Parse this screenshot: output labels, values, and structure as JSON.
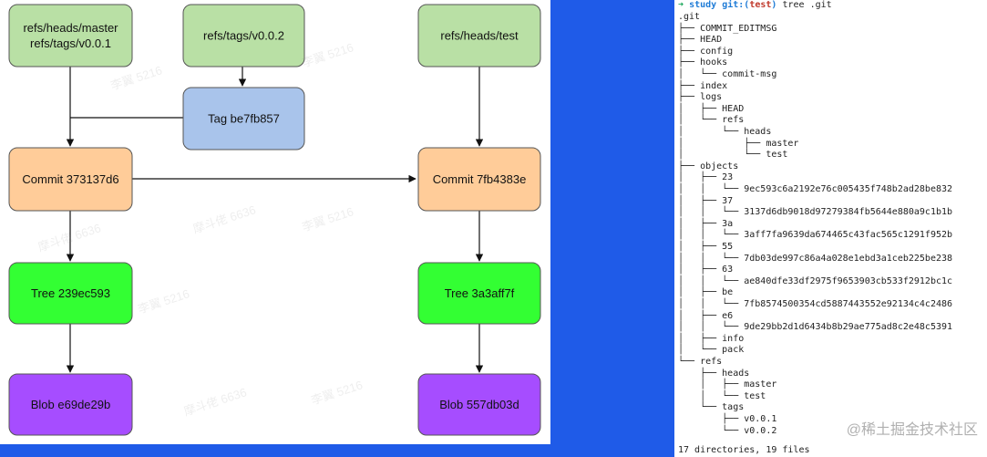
{
  "diagram": {
    "nodes": [
      {
        "id": "n1",
        "lines": [
          "refs/heads/master",
          "refs/tags/v0.0.1"
        ],
        "kind": "ref"
      },
      {
        "id": "n2",
        "lines": [
          "refs/tags/v0.0.2"
        ],
        "kind": "ref"
      },
      {
        "id": "n3",
        "lines": [
          "refs/heads/test"
        ],
        "kind": "ref"
      },
      {
        "id": "n4",
        "lines": [
          "Tag be7fb857"
        ],
        "kind": "tag"
      },
      {
        "id": "n5",
        "lines": [
          "Commit 373137d6"
        ],
        "kind": "commit"
      },
      {
        "id": "n6",
        "lines": [
          "Commit 7fb4383e"
        ],
        "kind": "commit"
      },
      {
        "id": "n7",
        "lines": [
          "Tree 239ec593"
        ],
        "kind": "tree"
      },
      {
        "id": "n8",
        "lines": [
          "Tree 3a3aff7f"
        ],
        "kind": "tree"
      },
      {
        "id": "n9",
        "lines": [
          "Blob e69de29b"
        ],
        "kind": "blob"
      },
      {
        "id": "n10",
        "lines": [
          "Blob 557db03d"
        ],
        "kind": "blob"
      }
    ],
    "colors": {
      "ref": "#b9e0a5",
      "tag": "#a9c4eb",
      "commit": "#ffcc99",
      "tree": "#33ff33",
      "blob": "#a64dff",
      "stroke": "#555555"
    },
    "watermarks": [
      "李翼 5216",
      "摩斗佬 6636"
    ]
  },
  "terminal": {
    "prompt_arrow": "➜",
    "prompt_dir": "study",
    "prompt_git": "git:(",
    "prompt_branch": "test",
    "prompt_close": ")",
    "command": "tree .git",
    "lines": [
      {
        "text": ".git",
        "type": "dir"
      },
      {
        "text": "├── COMMIT_EDITMSG",
        "type": "file"
      },
      {
        "text": "├── HEAD",
        "type": "file"
      },
      {
        "text": "├── config",
        "type": "file"
      },
      {
        "text": "├── hooks",
        "type": "dir"
      },
      {
        "text": "│   └── commit-msg",
        "type": "file"
      },
      {
        "text": "├── index",
        "type": "file"
      },
      {
        "text": "├── logs",
        "type": "dir"
      },
      {
        "text": "│   ├── HEAD",
        "type": "file"
      },
      {
        "text": "│   └── refs",
        "type": "dir"
      },
      {
        "text": "│       └── heads",
        "type": "dir"
      },
      {
        "text": "│           ├── master",
        "type": "file"
      },
      {
        "text": "│           └── test",
        "type": "file"
      },
      {
        "text": "├── objects",
        "type": "dir"
      },
      {
        "text": "│   ├── 23",
        "type": "dir"
      },
      {
        "text": "│   │   └── 9ec593c6a2192e76c005435f748b2ad28be832",
        "type": "file"
      },
      {
        "text": "│   ├── 37",
        "type": "dir"
      },
      {
        "text": "│   │   └── 3137d6db9018d97279384fb5644e880a9c1b1b",
        "type": "file"
      },
      {
        "text": "│   ├── 3a",
        "type": "dir"
      },
      {
        "text": "│   │   └── 3aff7fa9639da674465c43fac565c1291f952b",
        "type": "file"
      },
      {
        "text": "│   ├── 55",
        "type": "dir"
      },
      {
        "text": "│   │   └── 7db03de997c86a4a028e1ebd3a1ceb225be238",
        "type": "file"
      },
      {
        "text": "│   ├── 63",
        "type": "dir"
      },
      {
        "text": "│   │   └── ae840dfe33df2975f9653903cb533f2912bc1c",
        "type": "file"
      },
      {
        "text": "│   ├── be",
        "type": "dir"
      },
      {
        "text": "│   │   └── 7fb8574500354cd5887443552e92134c4c2486",
        "type": "file"
      },
      {
        "text": "│   ├── e6",
        "type": "dir"
      },
      {
        "text": "│   │   └── 9de29bb2d1d6434b8b29ae775ad8c2e48c5391",
        "type": "file"
      },
      {
        "text": "│   ├── info",
        "type": "dir"
      },
      {
        "text": "│   └── pack",
        "type": "dir"
      },
      {
        "text": "└── refs",
        "type": "dir"
      },
      {
        "text": "    ├── heads",
        "type": "dir"
      },
      {
        "text": "    │   ├── master",
        "type": "file"
      },
      {
        "text": "    │   └── test",
        "type": "file"
      },
      {
        "text": "    └── tags",
        "type": "dir"
      },
      {
        "text": "        ├── v0.0.1",
        "type": "file"
      },
      {
        "text": "        └── v0.0.2",
        "type": "file"
      }
    ],
    "summary": "17 directories, 19 files",
    "brand": "@稀土掘金技术社区"
  }
}
